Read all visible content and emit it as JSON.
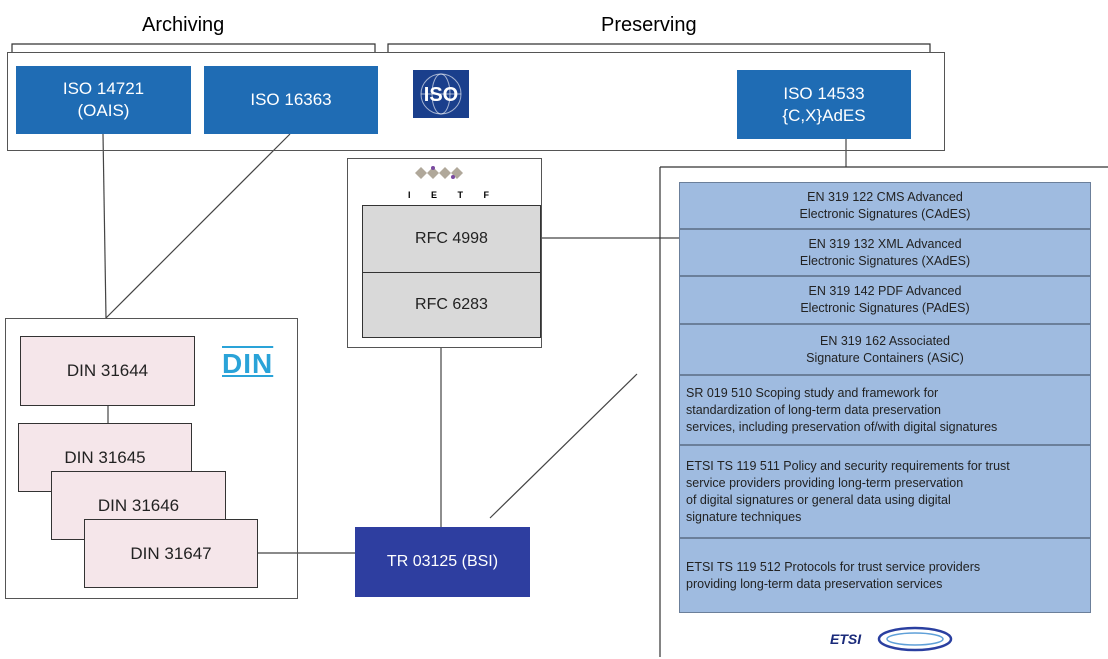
{
  "headers": {
    "archiving": "Archiving",
    "preserving": "Preserving"
  },
  "iso": {
    "logo_text": "ISO",
    "boxes": [
      {
        "label": "ISO 14721\n(OAIS)"
      },
      {
        "label": "ISO 16363"
      },
      {
        "label": "ISO 14533\n{C,X}AdES"
      }
    ]
  },
  "ietf": {
    "logo_text": "I E T F",
    "rfcs": [
      "RFC 4998",
      "RFC 6283"
    ]
  },
  "din": {
    "logo_text": "DIN",
    "items": [
      "DIN 31644",
      "DIN 31645",
      "DIN 31646",
      "DIN 31647"
    ]
  },
  "bsi": {
    "label": "TR 03125 (BSI)"
  },
  "etsi": {
    "logo_text": "ETSI",
    "items": [
      "EN 319 122 CMS Advanced\nElectronic Signatures (CAdES)",
      "EN 319 132 XML Advanced\nElectronic Signatures (XAdES)",
      "EN 319 142 PDF Advanced\nElectronic Signatures (PAdES)",
      "EN 319 162 Associated\nSignature Containers (ASiC)",
      "SR 019 510 Scoping study and framework for\nstandardization of long-term data preservation\nservices, including preservation of/with digital signatures",
      "ETSI TS 119 511 Policy and security requirements for trust\nservice providers providing long-term preservation\nof digital signatures or general data using digital\nsignature techniques",
      "ETSI TS 119 512 Protocols for trust service providers\nproviding long-term data preservation services"
    ]
  },
  "colors": {
    "iso_blue": "#1f6cb4",
    "bsi_blue": "#2e3ea0",
    "etsi_blue": "#9fbbe0",
    "din_pink": "#f5e6ea",
    "rfc_gray": "#d9d9d9",
    "din_logo": "#2aa3d8"
  }
}
